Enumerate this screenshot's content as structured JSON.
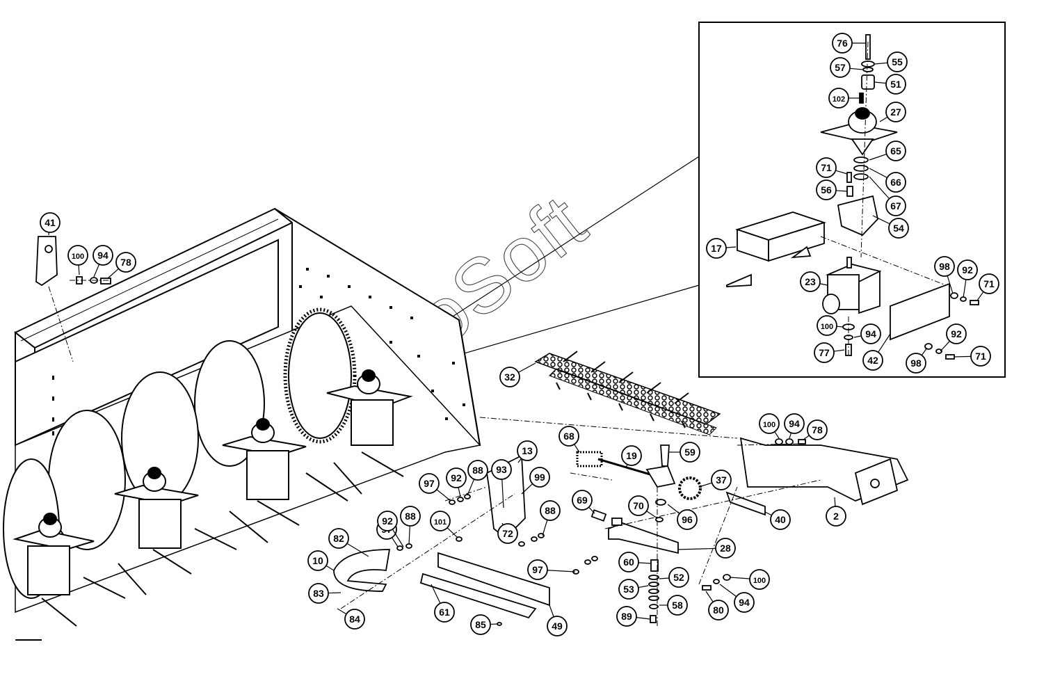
{
  "watermark": "AutoSoft",
  "callouts": {
    "c76": "76",
    "c55": "55",
    "c57": "57",
    "c51": "51",
    "c102": "102",
    "c27": "27",
    "c65": "65",
    "c71a": "71",
    "c66": "66",
    "c56": "56",
    "c67": "67",
    "c54": "54",
    "c17": "17",
    "c23": "23",
    "c98a": "98",
    "c92a": "92",
    "c71b": "71",
    "c100a": "100",
    "c94a": "94",
    "c77": "77",
    "c42": "42",
    "c98b": "98",
    "c92b": "92",
    "c71c": "71",
    "c41": "41",
    "c100b": "100",
    "c94b": "94",
    "c78a": "78",
    "c32": "32",
    "c100c": "100",
    "c94c": "94",
    "c78b": "78",
    "c68": "68",
    "c19": "19",
    "c59": "59",
    "c37": "37",
    "c2": "2",
    "c40": "40",
    "c13": "13",
    "c93": "93",
    "c99": "99",
    "c97a": "97",
    "c92c": "92",
    "c88a": "88",
    "c69": "69",
    "c70": "70",
    "c96": "96",
    "c72": "72",
    "c101": "101",
    "c97b": "97",
    "c92d": "92",
    "c88b": "88",
    "c88c": "88",
    "c82": "82",
    "c10": "10",
    "c97c": "97",
    "c60": "60",
    "c52": "52",
    "c53": "53",
    "c58": "58",
    "c89": "89",
    "c28": "28",
    "c100d": "100",
    "c94d": "94",
    "c80": "80",
    "c83": "83",
    "c84": "84",
    "c61": "61",
    "c85": "85",
    "c49": "49"
  }
}
